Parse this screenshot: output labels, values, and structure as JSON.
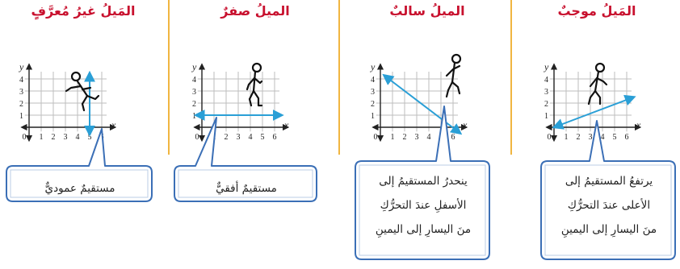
{
  "panels": [
    {
      "id": "positive",
      "title": "المَيلُ موجبٌ",
      "callout": [
        "يرتفعُ المستقيمُ إلى",
        "الأعلى عندَ التحرُّكِ",
        "منَ اليسارِ إلى اليمينِ"
      ],
      "line": {
        "x1": 0,
        "y1": 0,
        "x2": 6.6,
        "y2": 2.5
      }
    },
    {
      "id": "negative",
      "title": "الميلُ سالبٌ",
      "callout": [
        "ينحدرُ المستقيمُ إلى",
        "الأسفلِ عندَ التحرُّكِ",
        "منَ اليسارِ إلى اليمينِ"
      ],
      "line": {
        "x1": 0.3,
        "y1": 4.3,
        "x2": 6.6,
        "y2": -0.5
      }
    },
    {
      "id": "zero",
      "title": "الميلُ صفرٌ",
      "callout": [
        "مستقيمٌ أفقيٌّ"
      ],
      "line": {
        "x1": -0.5,
        "y1": 1,
        "x2": 6.6,
        "y2": 1
      }
    },
    {
      "id": "undefined",
      "title": "المَيلُ غيرُ مُعرَّفٍ",
      "callout": [
        "مستقيمٌ عموديٌّ"
      ],
      "line": {
        "x1": 5,
        "y1": -0.6,
        "x2": 5,
        "y2": 4.5
      }
    }
  ],
  "axes": {
    "x_label": "x",
    "y_label": "y",
    "x_ticks": [
      "0",
      "1",
      "2",
      "3",
      "4",
      "5",
      "6"
    ],
    "y_ticks": [
      "1",
      "2",
      "3",
      "4"
    ]
  },
  "colors": {
    "title": "#c8102e",
    "line": "#2a9fd6",
    "callout_border": "#3b6fb6",
    "divider": "#f0b541"
  }
}
